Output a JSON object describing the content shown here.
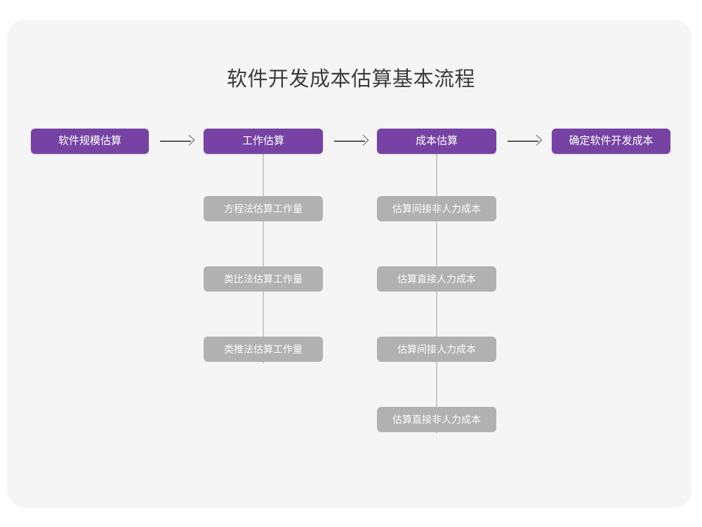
{
  "page": {
    "background_color": "#ffffff",
    "card_color": "#f5f5f6"
  },
  "diagram": {
    "title": "软件开发成本估算基本流程",
    "type": "flowchart",
    "colors": {
      "primary_node": "#7643a4",
      "secondary_node": "#b1b1b1",
      "connector": "#cbcbcb",
      "arrow": "#5a5a5a",
      "title_text": "#3c3c3c",
      "node_text": "#ffffff"
    },
    "stages": [
      {
        "label": "软件规模估算",
        "substeps": []
      },
      {
        "label": "工作估算",
        "substeps": [
          "方程法估算工作量",
          "类比法估算工作量",
          "类推法估算工作量"
        ]
      },
      {
        "label": "成本估算",
        "substeps": [
          "估算间接非人力成本",
          "估算直接人力成本",
          "估算间接人力成本",
          "估算直接非人力成本"
        ]
      },
      {
        "label": "确定软件开发成本",
        "substeps": []
      }
    ],
    "arrows": [
      {
        "name": "arrow-stage1-to-stage2"
      },
      {
        "name": "arrow-stage2-to-stage3"
      },
      {
        "name": "arrow-stage3-to-stage4"
      }
    ]
  }
}
